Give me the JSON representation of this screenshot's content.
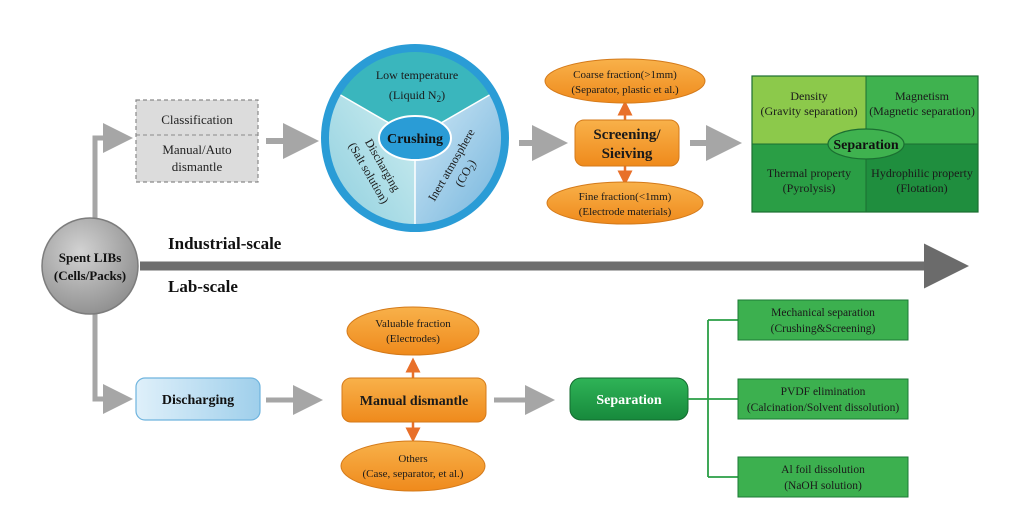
{
  "spent": {
    "line1": "Spent LIBs",
    "line2": "(Cells/Packs)"
  },
  "industrial": {
    "label": "Industrial-scale",
    "classification": {
      "title": "Classification",
      "line1": "Manual/Auto",
      "line2": "dismantle"
    },
    "crushing": {
      "center": "Crushing",
      "low_temp": {
        "line1": "Low temperature",
        "line2": "(Liquid N",
        "sub": "2",
        "close": ")"
      },
      "discharging": {
        "line1": "Discharging",
        "line2": "(Salt solution)"
      },
      "inert": {
        "line1": "Inert atmosphere",
        "line2": "(CO",
        "sub": "2",
        "close": ")"
      }
    },
    "screening": {
      "line1": "Screening/",
      "line2": "Sieiving"
    },
    "coarse": {
      "line1": "Coarse fraction(>1mm)",
      "line2": "(Separator, plastic et al.)"
    },
    "fine": {
      "line1": "Fine fraction(<1mm)",
      "line2": "(Electrode materials)"
    },
    "separation": {
      "center": "Separation",
      "density": {
        "line1": "Density",
        "line2": "(Gravity separation)"
      },
      "magnetism": {
        "line1": "Magnetism",
        "line2": "(Magnetic separation)"
      },
      "thermal": {
        "line1": "Thermal property",
        "line2": "(Pyrolysis)"
      },
      "hydrophilic": {
        "line1": "Hydrophilic property",
        "line2": "(Flotation)"
      }
    }
  },
  "lab": {
    "label": "Lab-scale",
    "discharging": "Discharging",
    "manual": "Manual dismantle",
    "valuable": {
      "line1": "Valuable fraction",
      "line2": "(Electrodes)"
    },
    "others": {
      "line1": "Others",
      "line2": "(Case, separator, et al.)"
    },
    "separation": "Separation",
    "outputs": [
      {
        "line1": "Mechanical separation",
        "line2": "(Crushing&Screening)"
      },
      {
        "line1": "PVDF elimination",
        "line2": "(Calcination/Solvent dissolution)"
      },
      {
        "line1": "Al foil dissolution",
        "line2": "(NaOH solution)"
      }
    ]
  },
  "colors": {
    "orange": "#f59a2e",
    "green_dark": "#1e9a45",
    "green_mid": "#3fb24f",
    "green_light": "#8cc94b",
    "blue_light": "#a9d6ee",
    "teal": "#3eb8c2",
    "gray": "#9a9a9a"
  }
}
